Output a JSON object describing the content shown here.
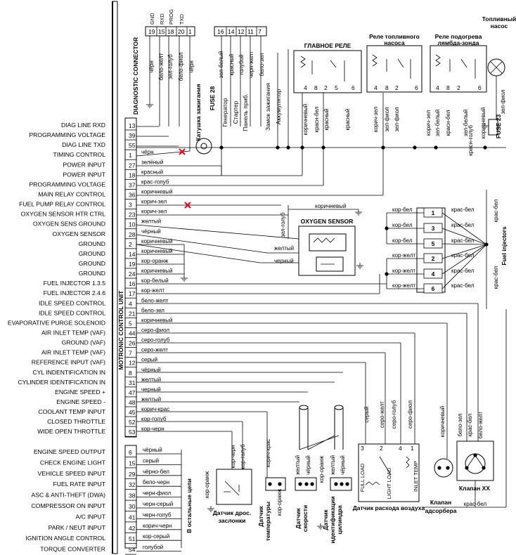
{
  "diag_connector": {
    "title": "DIAGNOSTIC CONNECTOR",
    "top_labels": [
      "GND",
      "RXD",
      "PROG",
      "TXD"
    ],
    "pins": [
      "19",
      "15",
      "18",
      "20",
      "1"
    ],
    "wires": [
      "чёрн",
      "бело-желт",
      "зел-голуб",
      "бело-фиол",
      "чёрн"
    ]
  },
  "ignition_connector": {
    "pins": [
      "16",
      "14",
      "12",
      "11",
      "7"
    ],
    "wires": [
      "зел-белый",
      "красный",
      "голубой",
      "черн-желт",
      "бело-зел"
    ],
    "labels": [
      "Генератор",
      "Стартер",
      "Панель приб.",
      "Замок зажигания",
      "Аккумулятор"
    ],
    "fuse28": "FUSE 28",
    "coil": "Катушка зажигания"
  },
  "main_relay": {
    "title": "ГЛАВНОЕ РЕЛЕ",
    "pins": [
      "4",
      "8",
      "2",
      "5",
      "6"
    ],
    "wires": [
      "коричневый",
      "красн-бел",
      "красный",
      "красный"
    ]
  },
  "fuel_pump_relay": {
    "title_1": "Реле топливного",
    "title_2": "насоса",
    "pins": [
      "4",
      "8",
      "2",
      "6"
    ],
    "wires": [
      "корич-зел",
      "зел-фиол",
      "зел-фиол"
    ]
  },
  "heater_relay": {
    "title_1": "Реле подогрева",
    "title_2": "лямбда-зонда",
    "pins": [
      "4",
      "8",
      "2",
      "6"
    ],
    "wires": [
      "корич-зел",
      "зел-белый",
      "красн-бел",
      "зел-белый",
      "коричневый"
    ]
  },
  "fuel_pump": {
    "title_1": "Топливный",
    "title_2": "насос",
    "wire": "зел-фиол",
    "fuse23": "FUSE 23",
    "wire2": "красн-голуб"
  },
  "ecu": {
    "title": "MOTRONIC CONTROL UNIT",
    "rows": [
      {
        "label": "DIAG LINE RXD",
        "pin": "13",
        "wire": ""
      },
      {
        "label": "PROGRAMMING VOLTAGE",
        "pin": "39",
        "wire": ""
      },
      {
        "label": "DIAG LINE TXD",
        "pin": "55",
        "wire": ""
      },
      {
        "label": "TIMING CONTROL",
        "pin": "1",
        "wire": "чёрн"
      },
      {
        "label": "POWER INPUT",
        "pin": "27",
        "wire": "зелёный"
      },
      {
        "label": "POWER INPUT",
        "pin": "18",
        "wire": "красный"
      },
      {
        "label": "PROGRAMMING VOLTAGE",
        "pin": "37",
        "wire": "крас-голуб"
      },
      {
        "label": "MAIN RELAY CONTROL",
        "pin": "36",
        "wire": "коричневый"
      },
      {
        "label": "FUEL PUMP RELAY CONTROL",
        "pin": "3",
        "wire": "корич-зел"
      },
      {
        "label": "OXYGEN SENSOR HTR CTRL",
        "pin": "23",
        "wire": "корич-зел"
      },
      {
        "label": "OXYGEN SENS GROUND",
        "pin": "10",
        "wire": "желтый"
      },
      {
        "label": "OXYGEN SENSOR",
        "pin": "28",
        "wire": "чёрный"
      },
      {
        "label": "GROUND",
        "pin": "2",
        "wire": "коричневый"
      },
      {
        "label": "GROUND",
        "pin": "14",
        "wire": "коричневый"
      },
      {
        "label": "GROUND",
        "pin": "19",
        "wire": "кор-оранж"
      },
      {
        "label": "GROUND",
        "pin": "24",
        "wire": "коричневый"
      },
      {
        "label": "FUEL INJECTOR 1.3.5",
        "pin": "16",
        "wire": "кор-белый"
      },
      {
        "label": "FUEL INJECTOR 2.4.6",
        "pin": "17",
        "wire": "кор-желт"
      },
      {
        "label": "IDLE SPEED CONTROL",
        "pin": "4",
        "wire": "бело-желт"
      },
      {
        "label": "IDLE SPEED CONTROL",
        "pin": "21",
        "wire": "бело-зел"
      },
      {
        "label": "EVAPORATIVE PURGE SOLENOID",
        "pin": "5",
        "wire": "коричневый"
      },
      {
        "label": "AIR INLET TEMP (VAF)",
        "pin": "44",
        "wire": "серо-фиол"
      },
      {
        "label": "GROUND (VAF)",
        "pin": "26",
        "wire": "серо-голуб"
      },
      {
        "label": "AIR INLET TEMP (VAF)",
        "pin": "7",
        "wire": "серо-желт"
      },
      {
        "label": "REFERENCE INPUT (VAF)",
        "pin": "12",
        "wire": "серый"
      },
      {
        "label": "CYL INDENTIFICATION IN",
        "pin": "8",
        "wire": "чёрный"
      },
      {
        "label": "CYLINDER IDENTIFICATION IN",
        "pin": "31",
        "wire": "желтый"
      },
      {
        "label": "ENGINE SPEED +",
        "pin": "47",
        "wire": "черный"
      },
      {
        "label": "ENGINE SPEED -",
        "pin": "48",
        "wire": "желтый"
      },
      {
        "label": "COOLANT TEMP INPUT",
        "pin": "45",
        "wire": "корич-крас"
      },
      {
        "label": "CLOSED THROTTLE",
        "pin": "52",
        "wire": "кор-голуб"
      },
      {
        "label": "WIDE OPEN THROTTLE",
        "pin": "53",
        "wire": "кор-черн"
      }
    ],
    "rows2": [
      {
        "label": "ENGINE SPEED OUTPUT",
        "pin": "6",
        "wire": "чёрный"
      },
      {
        "label": "CHECK ENGINE LIGHT",
        "pin": "15",
        "wire": "серый"
      },
      {
        "label": "VEHICLE SPEED INPUT",
        "pin": "29",
        "wire": "чёрно-бел"
      },
      {
        "label": "FUEL RATE INPUT",
        "pin": "32",
        "wire": "бело-черн"
      },
      {
        "label": "ASC & ANTI-THEFT (DWA)",
        "pin": "38",
        "wire": "черн-фиол"
      },
      {
        "label": "COMPRESSOR ON INPUT",
        "pin": "30",
        "wire": "черн-серый"
      },
      {
        "label": "A/C INPUT",
        "pin": "41",
        "wire": "черн-голуб"
      },
      {
        "label": "PARK / NEUT INPUT",
        "pin": "42",
        "wire": "корич-черн"
      },
      {
        "label": "IGNITION ANGLE CONTROL",
        "pin": "51",
        "wire": "кор-серый"
      },
      {
        "label": "TORQUE CONVERTER",
        "pin": "54",
        "wire": "голубой"
      }
    ],
    "other_circuits": "В остальные цепи"
  },
  "oxygen_sensor": {
    "title": "OXYGEN SENSOR",
    "wires": [
      "коричневый",
      "зел-голуб",
      "желтый",
      "черный"
    ]
  },
  "injectors": {
    "title": "Fuel injectors",
    "numbers": [
      "1",
      "3",
      "5",
      "2",
      "4",
      "6"
    ],
    "left_wires": [
      "кор-бел",
      "кор-бел",
      "кор-бел",
      "кор-желт",
      "кор-желт",
      "кор-желт"
    ],
    "right_wires": [
      "крас-бел",
      "крас-бел",
      "крас-бел",
      "крас-бел",
      "крас-бел",
      "крас-бел"
    ],
    "bus_wire": "крас-бел"
  },
  "throttle": {
    "title_1": "Датчик дрос.",
    "title_2": "заслонки",
    "wires": [
      "кор-оранж",
      "кор-черн",
      "кор-голуб"
    ]
  },
  "coolant": {
    "title_1": "Датчик",
    "title_2": "температуры",
    "wires": [
      "корич-крас",
      "кор-оранж"
    ]
  },
  "speed_sensor": {
    "title_1": "Датчик",
    "title_2": "скорости",
    "wires": [
      "желтый",
      "чёрный"
    ]
  },
  "cyl_sensor": {
    "title_1": "Датчик",
    "title_2": "идентификации",
    "title_3": "цилиндра",
    "wires": [
      "желтый",
      "чёрный",
      "кор-оранж"
    ]
  },
  "afm": {
    "title": "Датчик расхода воздуха",
    "pins": [
      "3",
      "2",
      "4",
      "1"
    ],
    "wires": [
      "серый",
      "серо-желт",
      "серо-голуб",
      "серо-фиол"
    ],
    "full_load": "FULL LOAD",
    "light_load": "LIGHT LOAD",
    "inlet_temp": "INLET TEMP"
  },
  "adsorber": {
    "title_1": "Клапан",
    "title_2": "адсорбера",
    "wire": "коричневый"
  },
  "idle_valve": {
    "title": "Клапан ХХ",
    "wires": [
      "бело-зел",
      "крас-бел",
      "бело-желт"
    ],
    "bottom_wire": "крас-бел"
  }
}
